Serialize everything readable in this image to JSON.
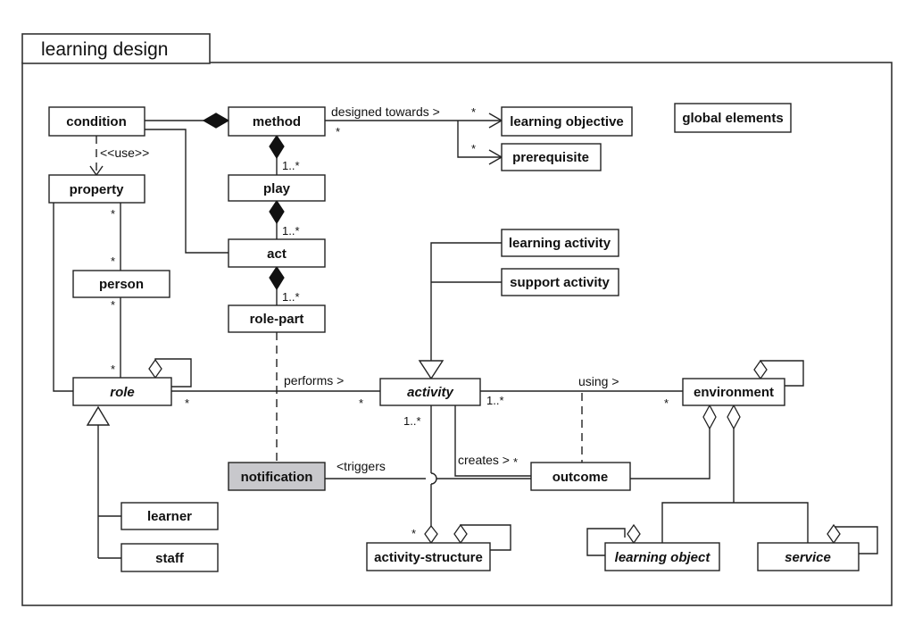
{
  "frame": {
    "title": "learning design"
  },
  "boxes": {
    "condition": "condition",
    "method": "method",
    "learning_objective": "learning objective",
    "prerequisite": "prerequisite",
    "global_elements": "global elements",
    "property": "property",
    "play": "play",
    "act": "act",
    "person": "person",
    "role_part": "role-part",
    "learning_activity": "learning activity",
    "support_activity": "support activity",
    "role": "role",
    "activity": "activity",
    "environment": "environment",
    "notification": "notification",
    "outcome": "outcome",
    "learner": "learner",
    "staff": "staff",
    "activity_structure": "activity-structure",
    "learning_object": "learning object",
    "service": "service"
  },
  "labels": {
    "designed_towards": "designed towards >",
    "use": "<<use>>",
    "performs": "performs >",
    "using": "using >",
    "creates": "creates >",
    "triggers": "<triggers"
  },
  "multiplicities": {
    "star": "*",
    "one_many": "1..*"
  },
  "colors": {
    "notification_fill": "#c8c8cc",
    "line": "#222222"
  }
}
